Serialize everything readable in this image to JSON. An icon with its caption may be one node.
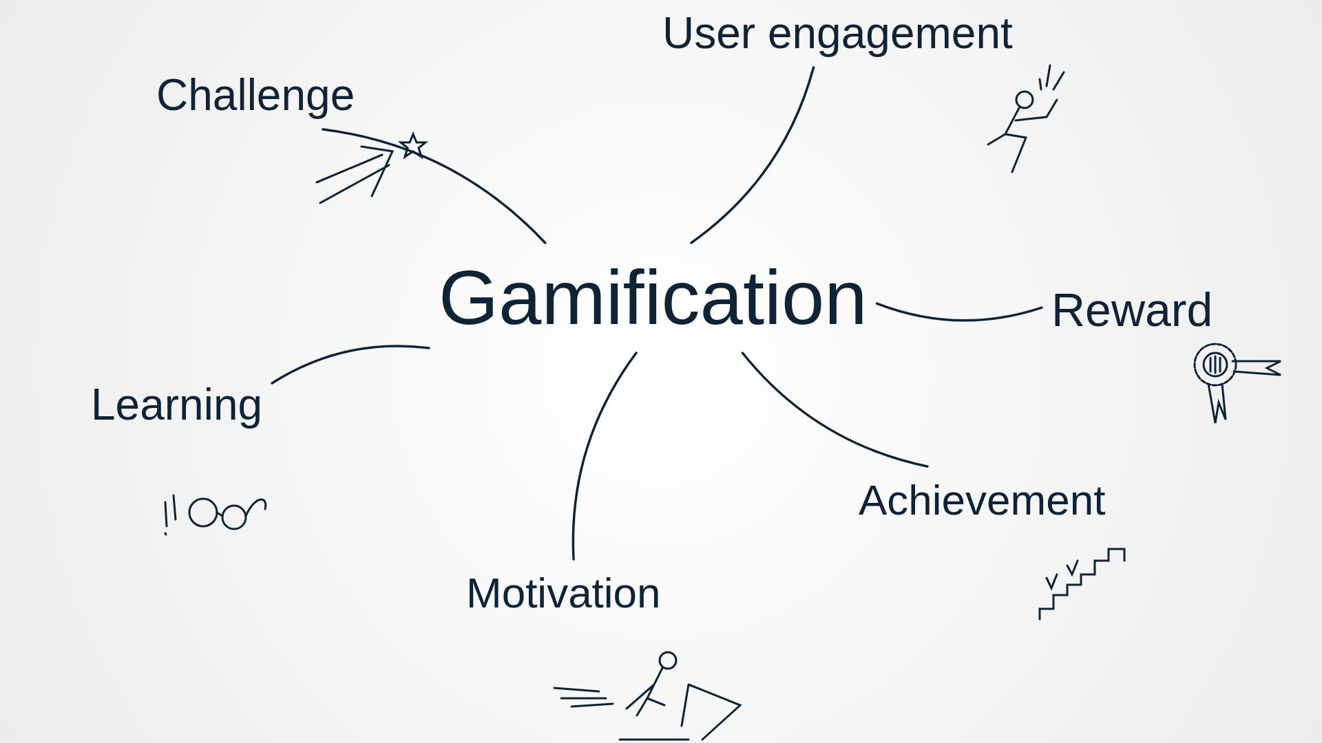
{
  "diagram": {
    "nodes": [
      {
        "text": [
          "Gamification"
        ]
      },
      {
        "text": [
          "User engagement"
        ]
      },
      {
        "text": [
          "Challenge"
        ]
      },
      {
        "text": [
          "Reward"
        ]
      },
      {
        "text": [
          "Learning"
        ]
      },
      {
        "text": [
          "Achievement"
        ]
      },
      {
        "text": [
          "Motivation"
        ]
      }
    ],
    "edges": [
      {
        "from": 0,
        "to": 1,
        "arrow": "none"
      },
      {
        "from": 0,
        "to": 2,
        "arrow": "none"
      },
      {
        "from": 0,
        "to": 3,
        "arrow": "none"
      },
      {
        "from": 0,
        "to": 4,
        "arrow": "none"
      },
      {
        "from": 0,
        "to": 5,
        "arrow": "none"
      },
      {
        "from": 0,
        "to": 6,
        "arrow": "none"
      }
    ]
  }
}
